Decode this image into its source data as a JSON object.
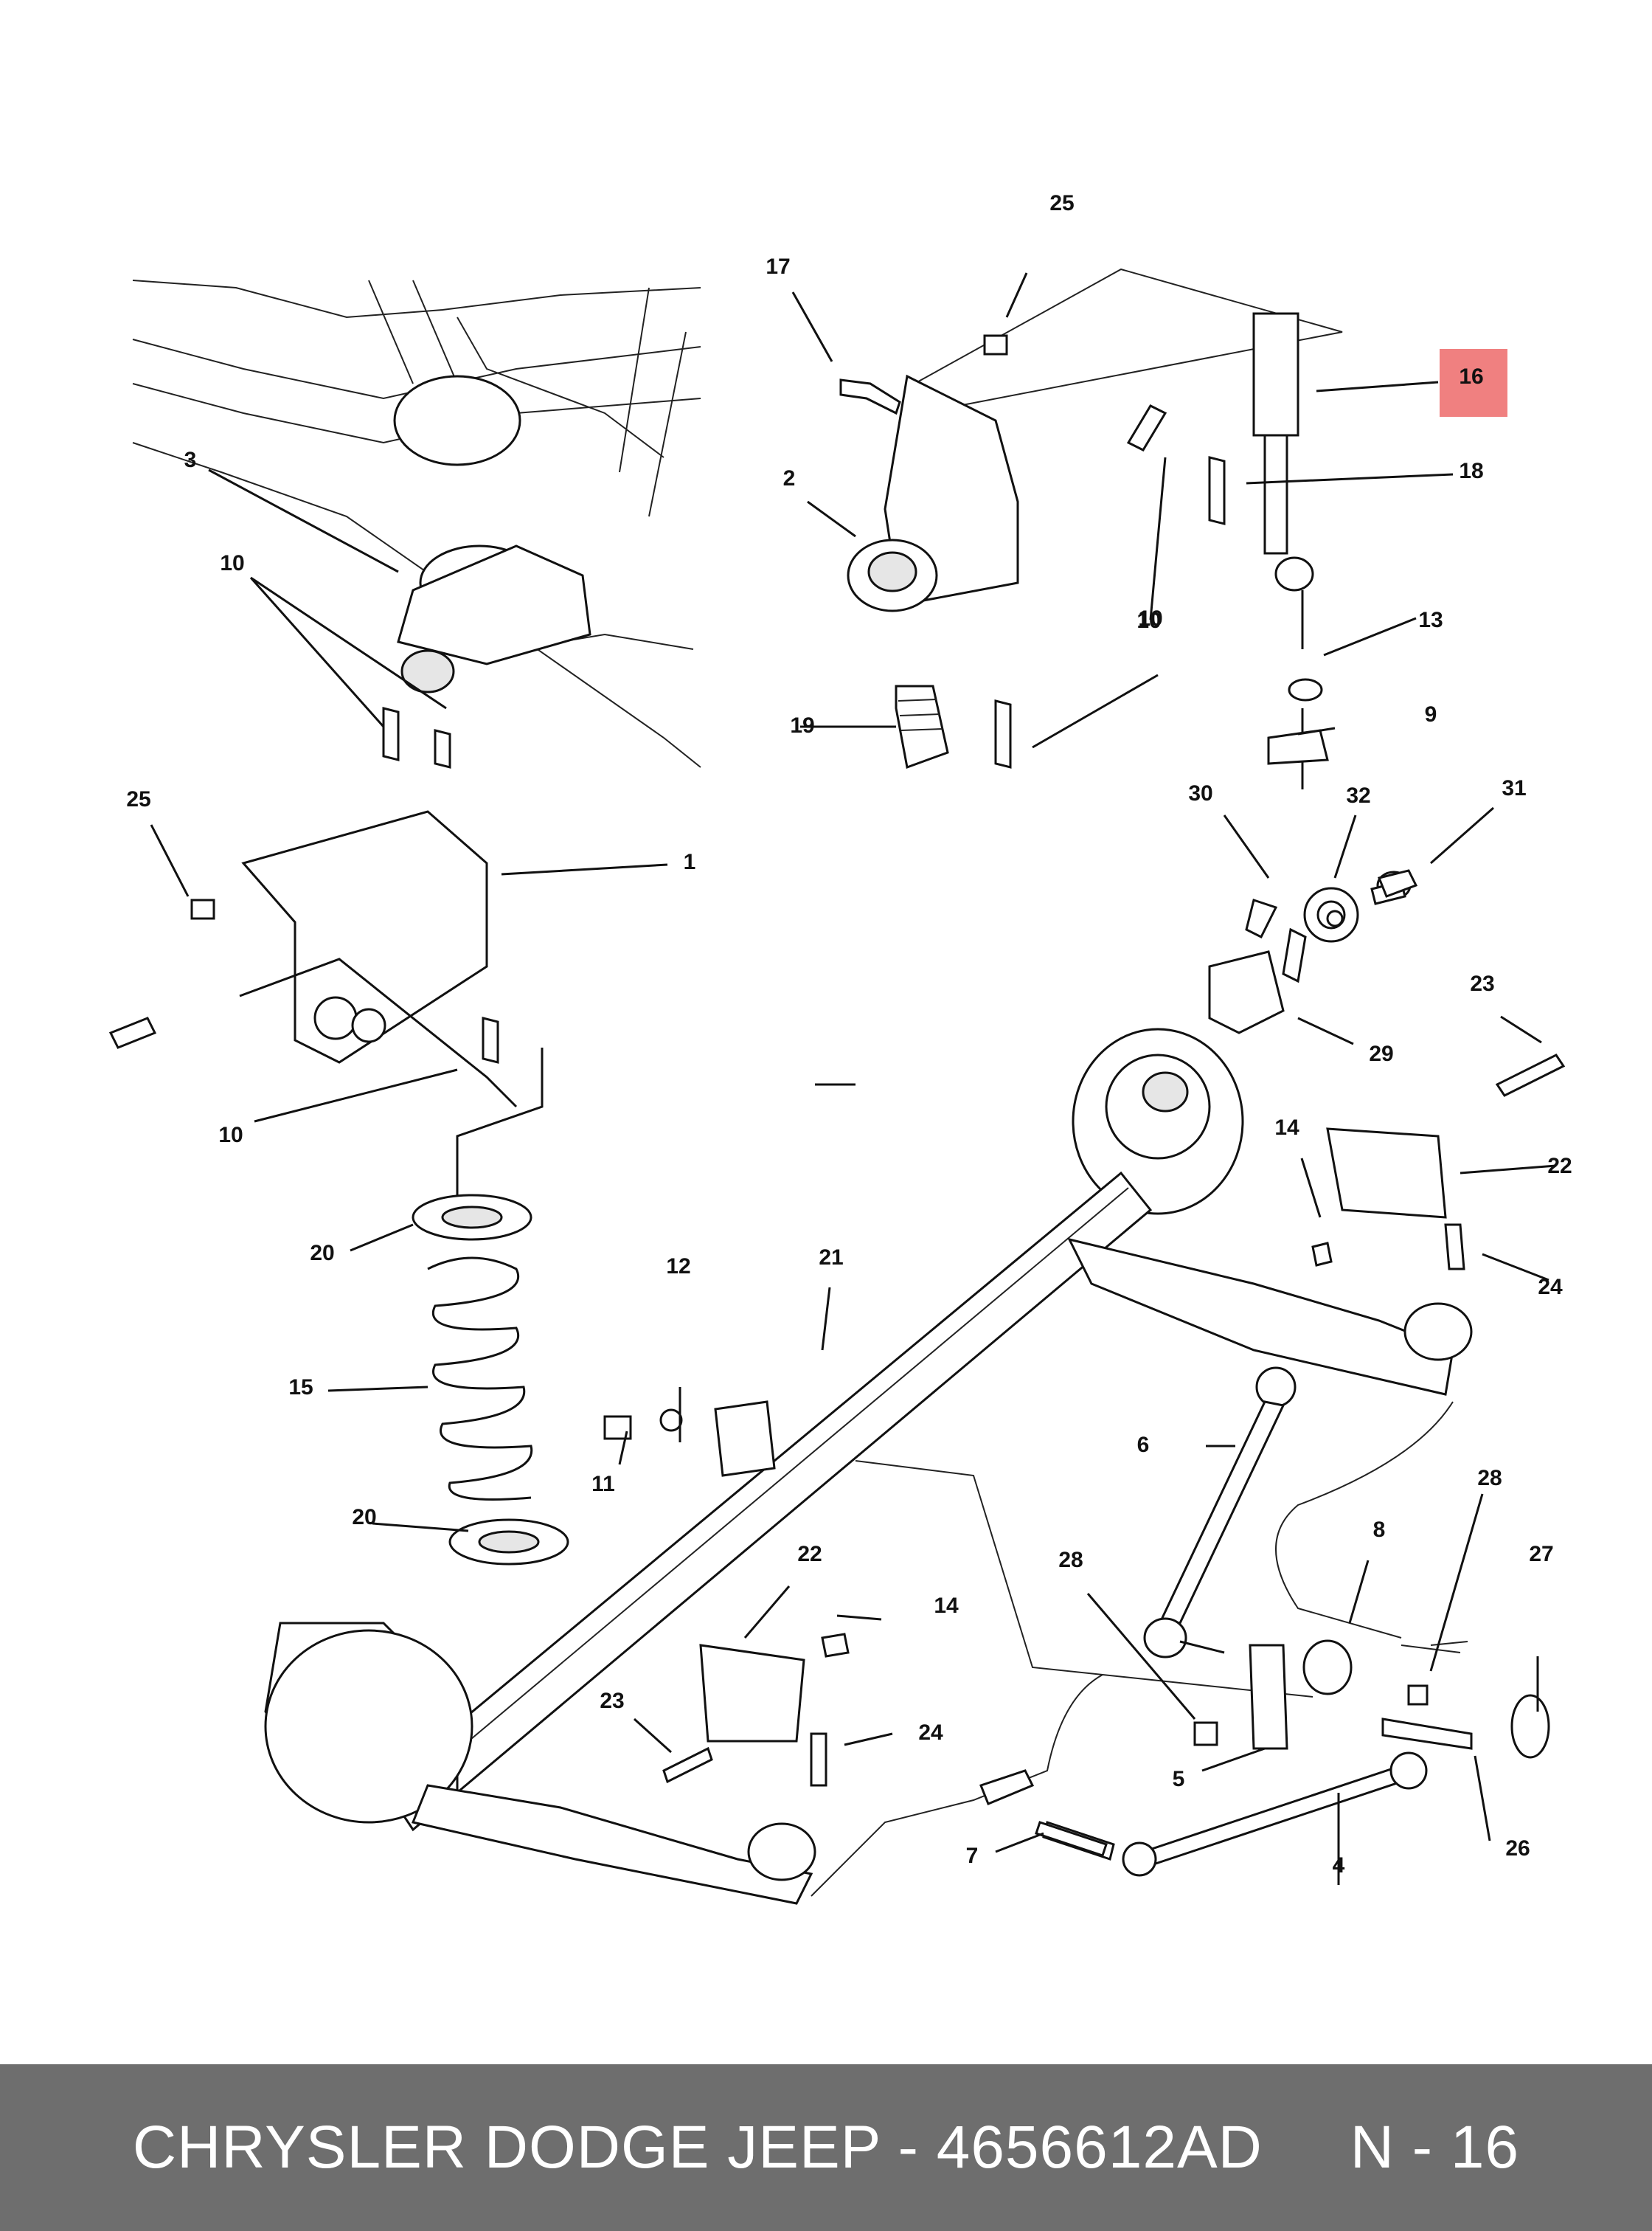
{
  "callouts": [
    "1",
    "2",
    "3",
    "4",
    "5",
    "6",
    "7",
    "8",
    "9",
    "10",
    "10",
    "10",
    "10",
    "11",
    "12",
    "13",
    "14",
    "14",
    "15",
    "16",
    "17",
    "18",
    "19",
    "20",
    "20",
    "21",
    "22",
    "22",
    "23",
    "23",
    "24",
    "24",
    "25",
    "25",
    "26",
    "27",
    "28",
    "28",
    "29",
    "30",
    "31",
    "32"
  ],
  "highlight": {
    "label": "16",
    "color": "#f08080"
  },
  "footer": {
    "brand": "CHRYSLER DODGE JEEP",
    "separator": "-",
    "part_number": "4656612AD",
    "code": "N - 16"
  }
}
